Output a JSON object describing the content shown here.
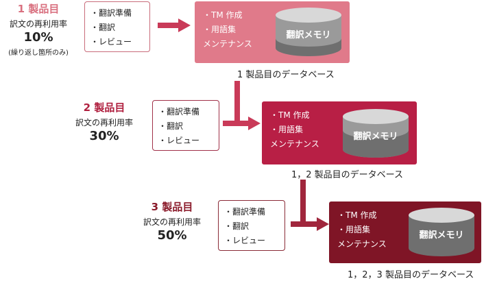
{
  "stages": [
    {
      "heading": "1 製品目",
      "reuse_label": "訳文の再利用率",
      "reuse_rate": "10%",
      "note": "(繰り返し箇所のみ)",
      "steps": [
        "・翻訳準備",
        "・翻訳",
        "・レビュー"
      ],
      "db_lines": [
        "・TM 作成",
        "・用語集",
        "メンテナンス"
      ],
      "cylinder_label": "翻訳メモリ",
      "caption": "1 製品目のデータベース",
      "colors": {
        "heading": "#d9707f",
        "box": "#e07a8a",
        "border": "#c86b7a"
      }
    },
    {
      "heading": "2 製品目",
      "reuse_label": "訳文の再利用率",
      "reuse_rate": "30%",
      "steps": [
        "・翻訳準備",
        "・翻訳",
        "・レビュー"
      ],
      "db_lines": [
        "・TM 作成",
        "・用語集",
        "メンテナンス"
      ],
      "cylinder_label": "翻訳メモリ",
      "caption": "1，2 製品目のデータベース",
      "colors": {
        "heading": "#b0203f",
        "box": "#b81f45",
        "border": "#a03048"
      }
    },
    {
      "heading": "3 製品目",
      "reuse_label": "訳文の再利用率",
      "reuse_rate": "50%",
      "steps": [
        "・翻訳準備",
        "・翻訳",
        "・レビュー"
      ],
      "db_lines": [
        "・TM 作成",
        "・用語集",
        "メンテナンス"
      ],
      "cylinder_label": "翻訳メモリ",
      "caption": "1，2，3 製品目のデータベース",
      "colors": {
        "heading": "#8a1a2a",
        "box": "#7f1526",
        "border": "#8a2a36"
      }
    }
  ]
}
